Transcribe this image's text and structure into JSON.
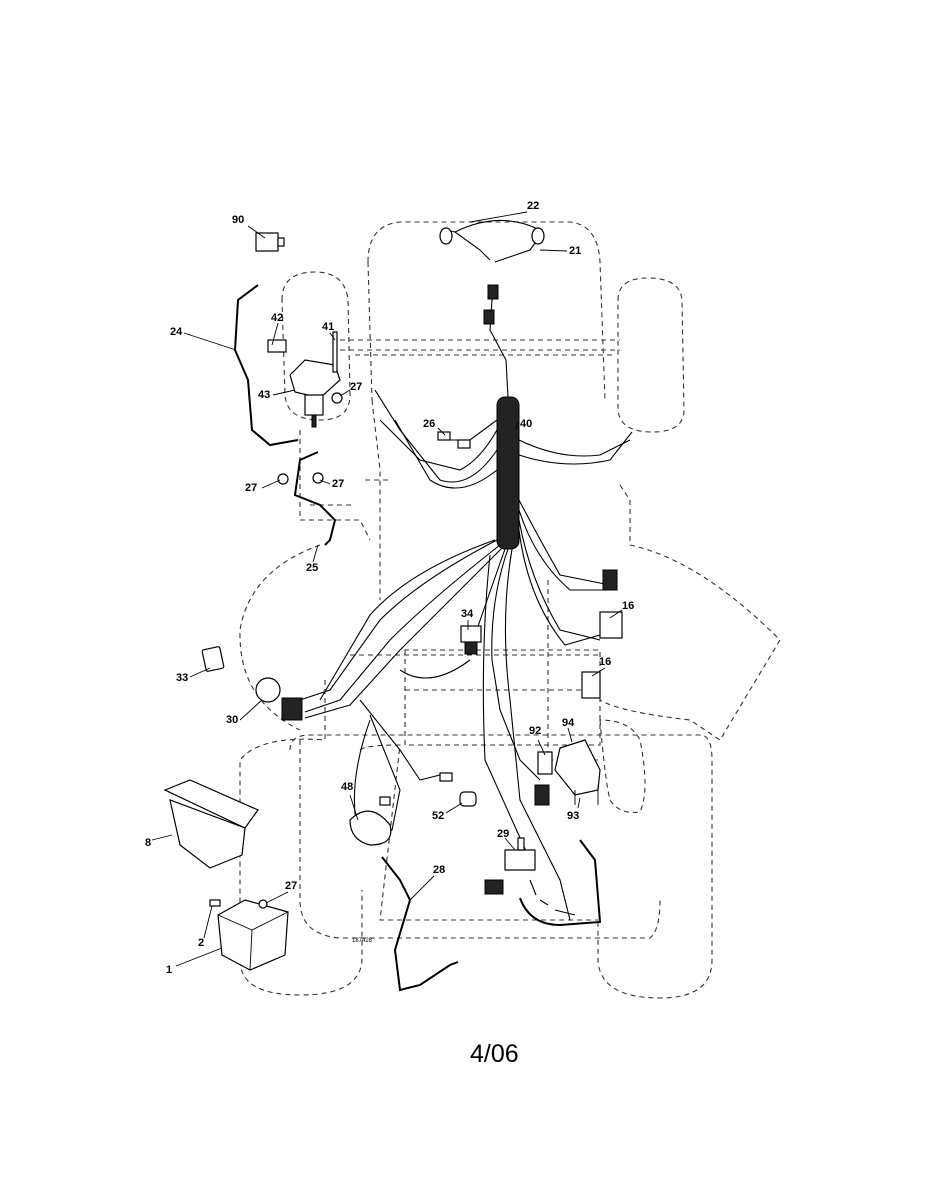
{
  "callouts": [
    {
      "id": "90",
      "label": "90"
    },
    {
      "id": "22",
      "label": "22"
    },
    {
      "id": "21",
      "label": "21"
    },
    {
      "id": "24",
      "label": "24"
    },
    {
      "id": "42",
      "label": "42"
    },
    {
      "id": "41",
      "label": "41"
    },
    {
      "id": "43",
      "label": "43"
    },
    {
      "id": "27a",
      "label": "27"
    },
    {
      "id": "26",
      "label": "26"
    },
    {
      "id": "40",
      "label": "40"
    },
    {
      "id": "27b",
      "label": "27"
    },
    {
      "id": "27c",
      "label": "27"
    },
    {
      "id": "25",
      "label": "25"
    },
    {
      "id": "16a",
      "label": "16"
    },
    {
      "id": "34",
      "label": "34"
    },
    {
      "id": "16b",
      "label": "16"
    },
    {
      "id": "33",
      "label": "33"
    },
    {
      "id": "30",
      "label": "30"
    },
    {
      "id": "94",
      "label": "94"
    },
    {
      "id": "92",
      "label": "92"
    },
    {
      "id": "93",
      "label": "93"
    },
    {
      "id": "48",
      "label": "48"
    },
    {
      "id": "52",
      "label": "52"
    },
    {
      "id": "8",
      "label": "8"
    },
    {
      "id": "29",
      "label": "29"
    },
    {
      "id": "28",
      "label": "28"
    },
    {
      "id": "27d",
      "label": "27"
    },
    {
      "id": "2",
      "label": "2"
    },
    {
      "id": "1",
      "label": "1"
    }
  ],
  "drawing_number": "187428",
  "footer_date": "4/06",
  "colors": {
    "line": "#000000",
    "outline": "#333333",
    "background": "#ffffff"
  }
}
